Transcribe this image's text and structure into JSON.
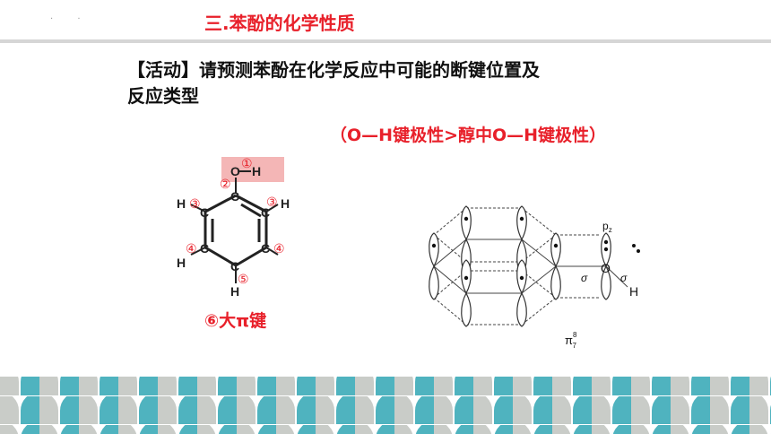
{
  "header": {
    "dots": "· ·",
    "title": "三.苯酚的化学性质"
  },
  "activity": {
    "line1": "【活动】请预测苯酚在化学反应中可能的断键位置及",
    "line2": "反应类型"
  },
  "note": {
    "open": "（",
    "text": "O—H键极性>醇中O—H键极性",
    "close": "）"
  },
  "benzene": {
    "atoms": {
      "O": "O",
      "H": "H",
      "C": "C"
    },
    "markers": {
      "m1": "①",
      "m2": "②",
      "m3": "③",
      "m4": "④",
      "m5": "⑤"
    },
    "pi_label": "⑥大π键"
  },
  "orbital": {
    "pz": "p",
    "pz_sub": "z",
    "sigma": "σ",
    "O": "O",
    "H": "H",
    "pi": "π",
    "pi_sup": "8",
    "pi_sub": "7"
  },
  "colors": {
    "accent": "#e8202a",
    "highlight": "#f4b6b6",
    "scale_teal": "#4fb3bf",
    "scale_gray": "#c9ccc8",
    "scale_cream": "#e9e3cf"
  }
}
